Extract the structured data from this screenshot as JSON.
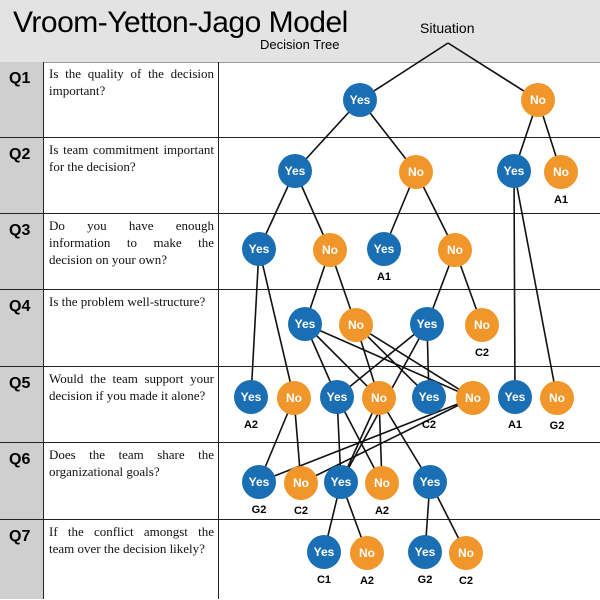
{
  "title": "Vroom-Yetton-Jago Model",
  "subtitle": "Decision Tree",
  "root_label": "Situation",
  "colors": {
    "yes": "#1a6eb3",
    "no": "#f0962a",
    "header": "#e3e3e3",
    "qid": "#cfcfcf"
  },
  "questions": [
    {
      "id": "Q1",
      "text": "Is the quality of the decision important?"
    },
    {
      "id": "Q2",
      "text": "Is team commitment important for the decision?"
    },
    {
      "id": "Q3",
      "text": "Do you have enough information to make the decision on your own?"
    },
    {
      "id": "Q4",
      "text": "Is the problem well-structure?"
    },
    {
      "id": "Q5",
      "text": "Would the team support your decision if you made it alone?"
    },
    {
      "id": "Q6",
      "text": "Does the team share the organizational goals?"
    },
    {
      "id": "Q7",
      "text": "If the conflict amongst the team over the decision likely?"
    }
  ],
  "answers": {
    "yes": "Yes",
    "no": "No"
  },
  "nodes": [
    {
      "id": "q1y",
      "answer": "yes",
      "level": 1
    },
    {
      "id": "q1n",
      "answer": "no",
      "level": 1
    },
    {
      "id": "q2yy",
      "answer": "yes",
      "level": 2
    },
    {
      "id": "q2yn",
      "answer": "no",
      "level": 2
    },
    {
      "id": "q2ny",
      "answer": "yes",
      "level": 2
    },
    {
      "id": "q2nn",
      "answer": "no",
      "level": 2,
      "outcome": "A1"
    },
    {
      "id": "q3a",
      "answer": "yes",
      "level": 3
    },
    {
      "id": "q3b",
      "answer": "no",
      "level": 3
    },
    {
      "id": "q3c",
      "answer": "yes",
      "level": 3,
      "outcome": "A1"
    },
    {
      "id": "q3d",
      "answer": "no",
      "level": 3
    },
    {
      "id": "q4a",
      "answer": "yes",
      "level": 4
    },
    {
      "id": "q4b",
      "answer": "no",
      "level": 4
    },
    {
      "id": "q4c",
      "answer": "yes",
      "level": 4
    },
    {
      "id": "q4d",
      "answer": "no",
      "level": 4,
      "outcome": "C2"
    },
    {
      "id": "q5a",
      "answer": "yes",
      "level": 5,
      "outcome": "A2"
    },
    {
      "id": "q5b",
      "answer": "no",
      "level": 5
    },
    {
      "id": "q5c",
      "answer": "yes",
      "level": 5
    },
    {
      "id": "q5d",
      "answer": "no",
      "level": 5
    },
    {
      "id": "q5e",
      "answer": "yes",
      "level": 5,
      "outcome": "C2"
    },
    {
      "id": "q5f",
      "answer": "no",
      "level": 5
    },
    {
      "id": "q5g",
      "answer": "yes",
      "level": 5,
      "outcome": "A1"
    },
    {
      "id": "q5h",
      "answer": "no",
      "level": 5,
      "outcome": "G2"
    },
    {
      "id": "q6a",
      "answer": "yes",
      "level": 6,
      "outcome": "G2"
    },
    {
      "id": "q6b",
      "answer": "no",
      "level": 6,
      "outcome": "C2"
    },
    {
      "id": "q6c",
      "answer": "yes",
      "level": 6
    },
    {
      "id": "q6d",
      "answer": "no",
      "level": 6,
      "outcome": "A2"
    },
    {
      "id": "q6e",
      "answer": "yes",
      "level": 6
    },
    {
      "id": "q7a",
      "answer": "yes",
      "level": 7,
      "outcome": "C1"
    },
    {
      "id": "q7b",
      "answer": "no",
      "level": 7,
      "outcome": "A2"
    },
    {
      "id": "q7c",
      "answer": "yes",
      "level": 7,
      "outcome": "G2"
    },
    {
      "id": "q7d",
      "answer": "no",
      "level": 7,
      "outcome": "C2"
    }
  ],
  "edges": [
    [
      "root",
      "q1y"
    ],
    [
      "root",
      "q1n"
    ],
    [
      "q1y",
      "q2yy"
    ],
    [
      "q1y",
      "q2yn"
    ],
    [
      "q1n",
      "q2ny"
    ],
    [
      "q1n",
      "q2nn"
    ],
    [
      "q2yy",
      "q3a"
    ],
    [
      "q2yy",
      "q3b"
    ],
    [
      "q2yn",
      "q3c"
    ],
    [
      "q2yn",
      "q3d"
    ],
    [
      "q2ny",
      "q5g"
    ],
    [
      "q2ny",
      "q5h"
    ],
    [
      "q3a",
      "q5a"
    ],
    [
      "q3a",
      "q5b"
    ],
    [
      "q3b",
      "q4a"
    ],
    [
      "q3b",
      "q4b"
    ],
    [
      "q3d",
      "q4c"
    ],
    [
      "q3d",
      "q4d"
    ],
    [
      "q4a",
      "q5c"
    ],
    [
      "q4a",
      "q5d"
    ],
    [
      "q4b",
      "q5d"
    ],
    [
      "q4b",
      "q5f"
    ],
    [
      "q4a",
      "q5f"
    ],
    [
      "q4b",
      "q5e"
    ],
    [
      "q4c",
      "q5e"
    ],
    [
      "q4c",
      "q5c"
    ],
    [
      "q4c",
      "q6c"
    ],
    [
      "q5b",
      "q6a"
    ],
    [
      "q5b",
      "q6b"
    ],
    [
      "q5c",
      "q6c"
    ],
    [
      "q5c",
      "q6d"
    ],
    [
      "q5d",
      "q6c"
    ],
    [
      "q5d",
      "q6d"
    ],
    [
      "q5d",
      "q6e"
    ],
    [
      "q5f",
      "q6a"
    ],
    [
      "q5f",
      "q6b"
    ],
    [
      "q6c",
      "q7a"
    ],
    [
      "q6c",
      "q7b"
    ],
    [
      "q6e",
      "q7c"
    ],
    [
      "q6e",
      "q7d"
    ]
  ]
}
